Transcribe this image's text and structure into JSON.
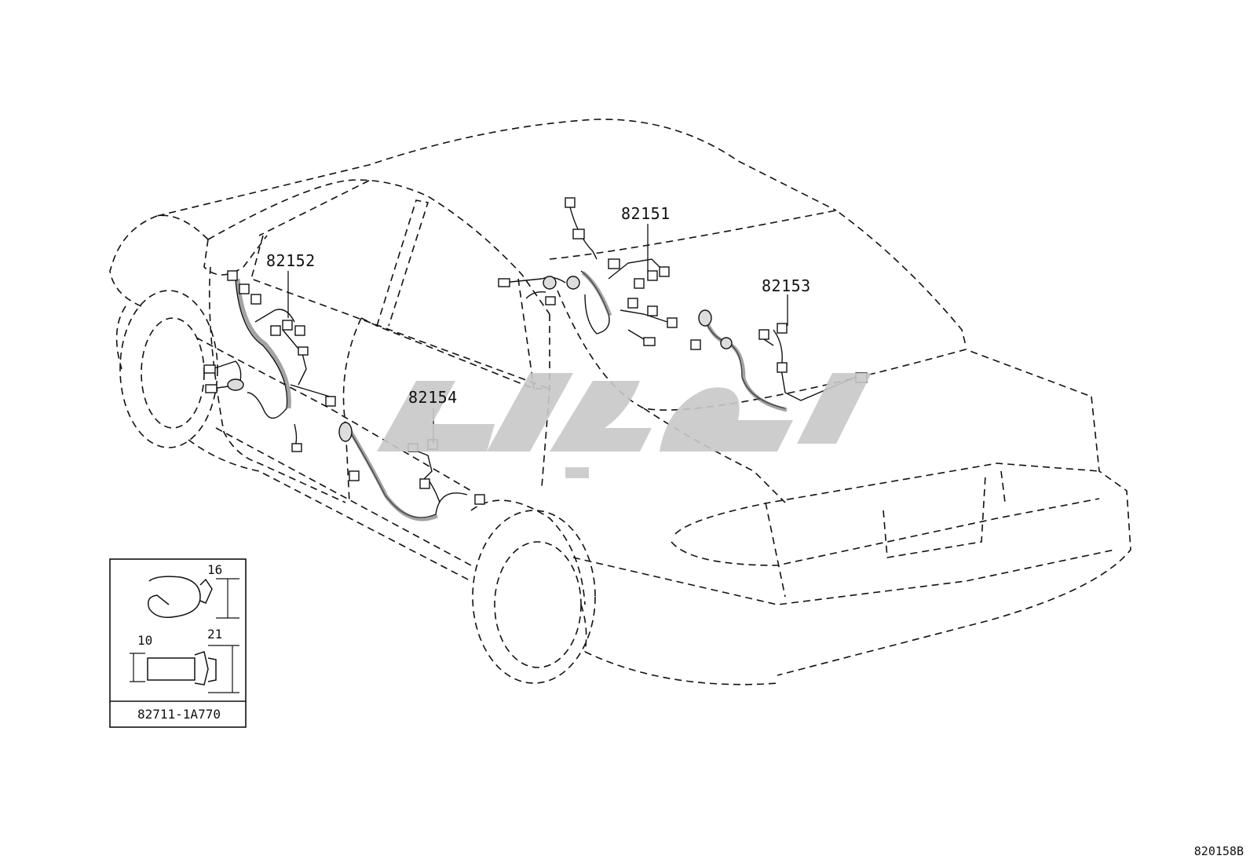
{
  "callouts": {
    "p82151": "82151",
    "p82152": "82152",
    "p82153": "82153",
    "p82154": "82154"
  },
  "inset": {
    "part_number": "82711-1A770",
    "dims": {
      "d16": "16",
      "d10": "10",
      "d21": "21"
    }
  },
  "diagram_id": "820158B",
  "colors": {
    "line": "#111111",
    "harness": "#555555",
    "watermark": "#c8c8c8"
  }
}
